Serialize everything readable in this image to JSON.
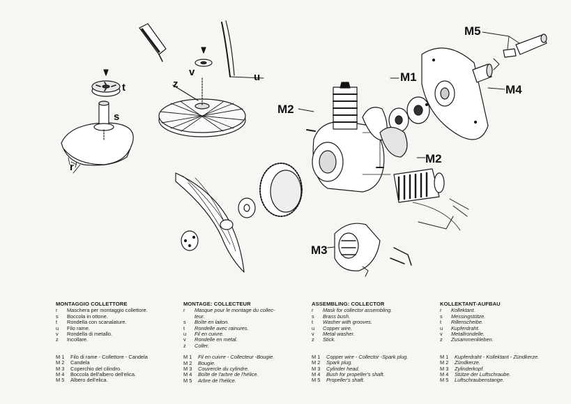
{
  "callouts": {
    "r": "r",
    "s": "s",
    "t": "t",
    "u": "u",
    "v": "v",
    "z": "z",
    "m1": "M1",
    "m2a": "M2",
    "m2b": "M2",
    "m3": "M3",
    "m4": "M4",
    "m5": "M5"
  },
  "legends": {
    "it": {
      "title": "MONTAGGIO COLLETTORE",
      "items": [
        {
          "k": "r",
          "v": "Maschera per montaggio collettore."
        },
        {
          "k": "s",
          "v": "Boccola in ottone."
        },
        {
          "k": "t",
          "v": "Rondella con scanalature."
        },
        {
          "k": "u",
          "v": "Filo rame."
        },
        {
          "k": "v",
          "v": "Rondella di metallo."
        },
        {
          "k": "z",
          "v": "Incollare."
        }
      ],
      "parts": [
        {
          "k": "M 1",
          "v": "Filo di rame - Collettore - Candela"
        },
        {
          "k": "M 2",
          "v": "Candela"
        },
        {
          "k": "M 3",
          "v": "Coperchio del cilindro."
        },
        {
          "k": "M 4",
          "v": "Boccola dell'albero dell'elica."
        },
        {
          "k": "M 5",
          "v": "Albero dell'elica."
        }
      ]
    },
    "fr": {
      "title": "MONTAGE: COLLECTEUR",
      "items": [
        {
          "k": "r",
          "v": "Masque pour le montage du collec-"
        },
        {
          "k": "",
          "v": "teur."
        },
        {
          "k": "s",
          "v": "Boîte en laiton."
        },
        {
          "k": "t",
          "v": "Rondelle avec rainures."
        },
        {
          "k": "u",
          "v": "Fil en cuivre."
        },
        {
          "k": "v",
          "v": "Rondelle en metal."
        },
        {
          "k": "z",
          "v": "Coller."
        }
      ],
      "parts": [
        {
          "k": "M 1",
          "v": "Fil en cuivre - Collecteur -Bougie."
        },
        {
          "k": "M 2",
          "v": "Bougie."
        },
        {
          "k": "M 3",
          "v": "Couvercle du cylindre."
        },
        {
          "k": "M 4",
          "v": "Boîte de l'arbre de l'hélice."
        },
        {
          "k": "M 5",
          "v": "Arbre de l'hélice."
        }
      ]
    },
    "en": {
      "title": "ASSEMBLING: COLLECTOR",
      "items": [
        {
          "k": "r",
          "v": "Mask for collector assembling."
        },
        {
          "k": "s",
          "v": "Brass bush."
        },
        {
          "k": "t",
          "v": "Washer with grooves."
        },
        {
          "k": "u",
          "v": "Copper wire."
        },
        {
          "k": "v",
          "v": "Metal washer."
        },
        {
          "k": "z",
          "v": "Stick."
        }
      ],
      "parts": [
        {
          "k": "M 1",
          "v": "Copper wire - Collector -Spark plug."
        },
        {
          "k": "M 2",
          "v": "Spark plug."
        },
        {
          "k": "M 3",
          "v": "Cylinder head."
        },
        {
          "k": "M 4",
          "v": "Bush for propeller's shaft."
        },
        {
          "k": "M 5",
          "v": "Propeller's shaft."
        }
      ]
    },
    "de": {
      "title": "KOLLEKTANT-AUFBAU",
      "items": [
        {
          "k": "r",
          "v": "Kollektant."
        },
        {
          "k": "s",
          "v": "Messingstütze."
        },
        {
          "k": "t",
          "v": "Rillenscheibe."
        },
        {
          "k": "u",
          "v": "Kupferdraht."
        },
        {
          "k": "v",
          "v": "Metallrondelle."
        },
        {
          "k": "z",
          "v": "Zusammenkleben."
        }
      ],
      "parts": [
        {
          "k": "M 1",
          "v": "Kupferdraht - Kollektant - Zündkerze."
        },
        {
          "k": "M 2",
          "v": "Zündkerze."
        },
        {
          "k": "M 3",
          "v": "Zylinderkopf."
        },
        {
          "k": "M 4",
          "v": "Stütze der Luftschraube."
        },
        {
          "k": "M 5",
          "v": "Luftschraubenstange."
        }
      ]
    }
  }
}
